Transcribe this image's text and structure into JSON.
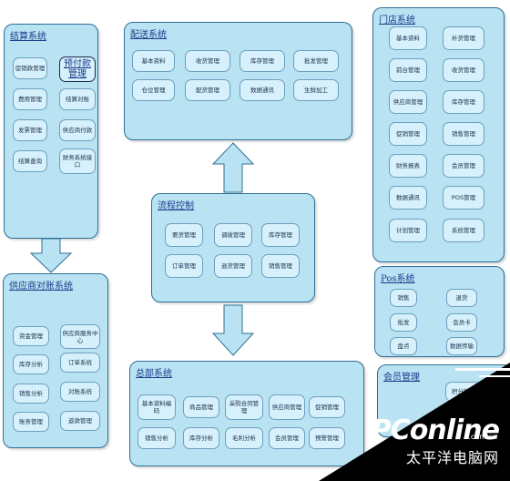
{
  "panels": {
    "jiesuan": {
      "title": "结算系统",
      "modules": [
        "促销款管理",
        "预付款管理",
        "费用管理",
        "结算对账",
        "发票管理",
        "供应商付款",
        "结算查询",
        "财务系统接口"
      ]
    },
    "peisong": {
      "title": "配送系统",
      "modules": [
        "基本资料",
        "收货管理",
        "库存管理",
        "批发管理",
        "仓位管理",
        "配货管理",
        "数据通讯",
        "生鲜加工"
      ]
    },
    "mendian": {
      "title": "门店系统",
      "modules": [
        "基本资料",
        "补货管理",
        "前台管理",
        "收货管理",
        "供应商管理",
        "库存管理",
        "促销管理",
        "销售管理",
        "财务报表",
        "会员管理",
        "数据通讯",
        "POS管理",
        "计划管理",
        "系统管理"
      ]
    },
    "liucheng": {
      "title": "流程控制",
      "modules": [
        "要货管理",
        "调拨管理",
        "库存管理",
        "订单管理",
        "退货管理",
        "销售管理"
      ]
    },
    "pos": {
      "title": "Pos系统",
      "modules": [
        "销售",
        "退货",
        "批发",
        "会员卡",
        "盘点",
        "数据传输"
      ]
    },
    "gongyingshang": {
      "title": "供应商对账系统",
      "modules": [
        "资金管理",
        "供应商服务中心",
        "库存分析",
        "订单系统",
        "销售分析",
        "对账系统",
        "账务管理",
        "返款管理"
      ]
    },
    "zongbu": {
      "title": "总部系统",
      "modules": [
        "基本资料编码",
        "商品管理",
        "采购合同管理",
        "供应商管理",
        "促销管理",
        "销售分析",
        "库存分析",
        "毛利分析",
        "会员管理",
        "预警管理"
      ]
    },
    "huiyuan": {
      "title": "会员管理",
      "modules": [
        "积分管理"
      ]
    }
  },
  "watermark": {
    "brand": "PConline",
    "domain": ".com.cn",
    "cn": "太平洋电脑网"
  }
}
